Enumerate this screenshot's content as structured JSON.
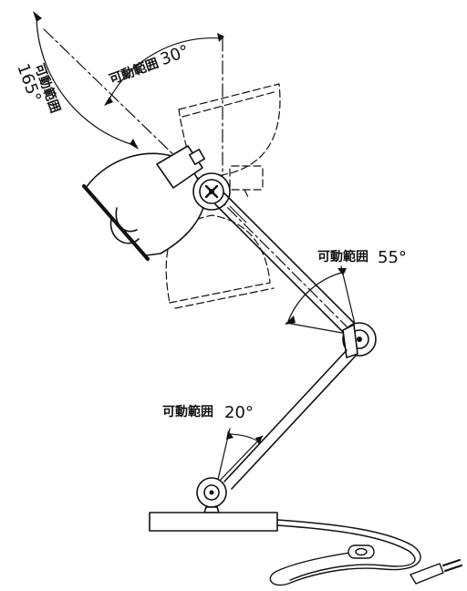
{
  "diagram": {
    "labels": {
      "head_rotation": {
        "text": "可動範囲",
        "value": "165°"
      },
      "head_tilt": {
        "text": "可動範囲",
        "value": "30°"
      },
      "elbow": {
        "text": "可動範囲",
        "value": "55°"
      },
      "base": {
        "text": "可動範囲",
        "value": "20°"
      }
    },
    "colors": {
      "line": "#111111",
      "background": "#ffffff"
    }
  }
}
